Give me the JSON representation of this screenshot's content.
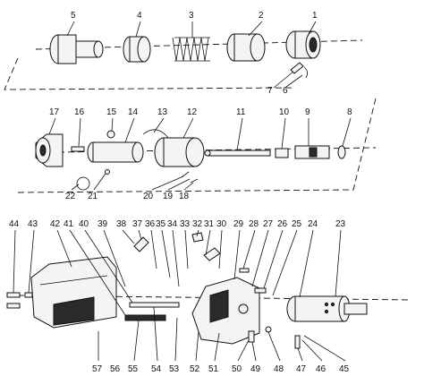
{
  "diagram": {
    "labels": [
      "1",
      "2",
      "3",
      "4",
      "5",
      "6",
      "7",
      "8",
      "9",
      "10",
      "11",
      "12",
      "13",
      "14",
      "15",
      "16",
      "17",
      "18",
      "19",
      "20",
      "21",
      "22",
      "23",
      "24",
      "25",
      "26",
      "27",
      "28",
      "29",
      "30",
      "31",
      "32",
      "33",
      "34",
      "35",
      "36",
      "37",
      "38",
      "39",
      "40",
      "41",
      "42",
      "43",
      "44",
      "45",
      "46",
      "47",
      "48",
      "49",
      "50",
      "51",
      "52",
      "53",
      "54",
      "55",
      "56",
      "57"
    ]
  }
}
